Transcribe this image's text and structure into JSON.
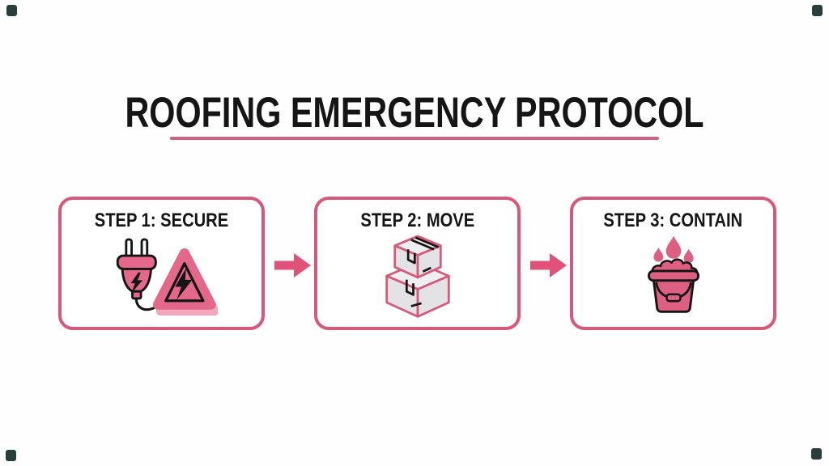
{
  "title": {
    "text": "ROOFING EMERGENCY PROTOCOL"
  },
  "steps": [
    {
      "label": "STEP 1: SECURE",
      "icon": "plug-and-electrical-hazard-icon"
    },
    {
      "label": "STEP 2: MOVE",
      "icon": "stacked-boxes-icon"
    },
    {
      "label": "STEP 3: CONTAIN",
      "icon": "bucket-catching-drips-icon"
    }
  ],
  "arrows": {
    "count": 2,
    "direction": "right"
  },
  "colors": {
    "background": "#fefefe",
    "ink": "#151515",
    "accent": "#d8587c",
    "arrow": "#e0527a",
    "underline": "#d2607f",
    "icon_pink": "#e4688a",
    "icon_pink_deep": "#dd5f82",
    "icon_shadow_pink": "#f2a9bd",
    "box_face_light": "#efeff1",
    "box_face_mid": "#e3e3e6",
    "corner_mark": "#152e2c"
  }
}
